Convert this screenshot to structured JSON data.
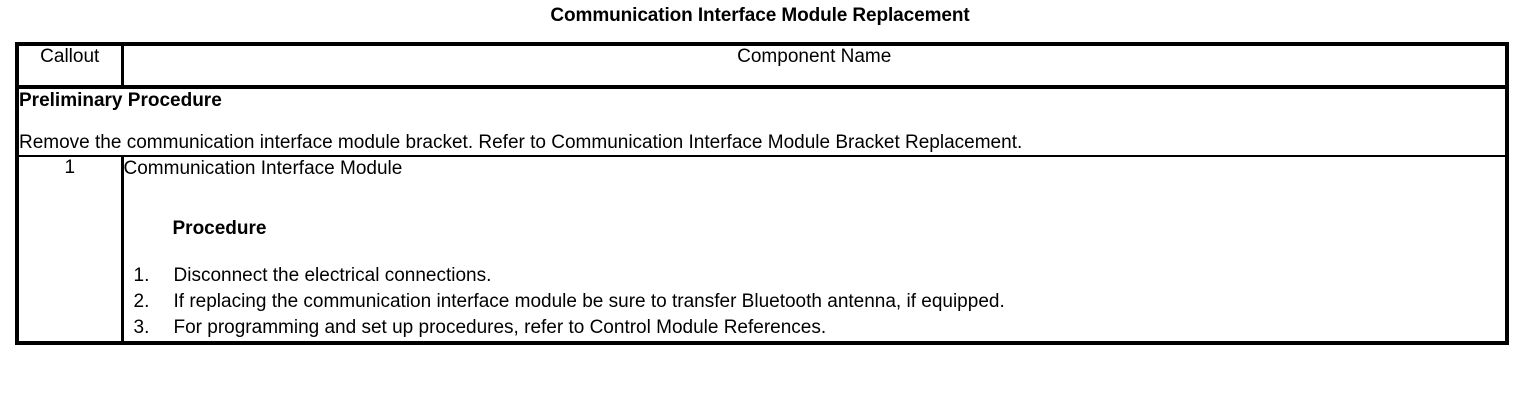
{
  "document": {
    "title": "Communication Interface Module Replacement"
  },
  "table": {
    "headers": {
      "callout": "Callout",
      "component_name": "Component Name"
    },
    "preliminary": {
      "heading": "Preliminary Procedure",
      "text": "Remove the communication interface module bracket. Refer to Communication Interface Module Bracket Replacement."
    },
    "rows": [
      {
        "callout": "1",
        "component_name": "Communication Interface Module",
        "procedure_heading": "Procedure",
        "steps": [
          {
            "num": "1.",
            "text": "Disconnect the electrical connections."
          },
          {
            "num": "2.",
            "text": "If replacing the communication interface module be sure to transfer Bluetooth antenna, if equipped."
          },
          {
            "num": "3.",
            "text": "For programming and set up procedures, refer to Control Module References."
          }
        ]
      }
    ]
  },
  "colors": {
    "text": "#000000",
    "background": "#ffffff",
    "border": "#000000"
  }
}
